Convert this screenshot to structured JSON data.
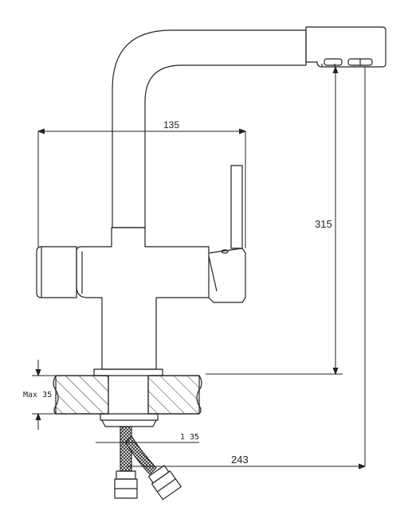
{
  "diagram": {
    "dimensions": {
      "width_label": "135",
      "height_label": "315",
      "reach_label": "243",
      "max_thickness_label": "Max 35",
      "hose_thread_label": "1 35"
    },
    "colors": {
      "line": "#222222",
      "hatch": "#333333",
      "background": "#ffffff"
    }
  }
}
